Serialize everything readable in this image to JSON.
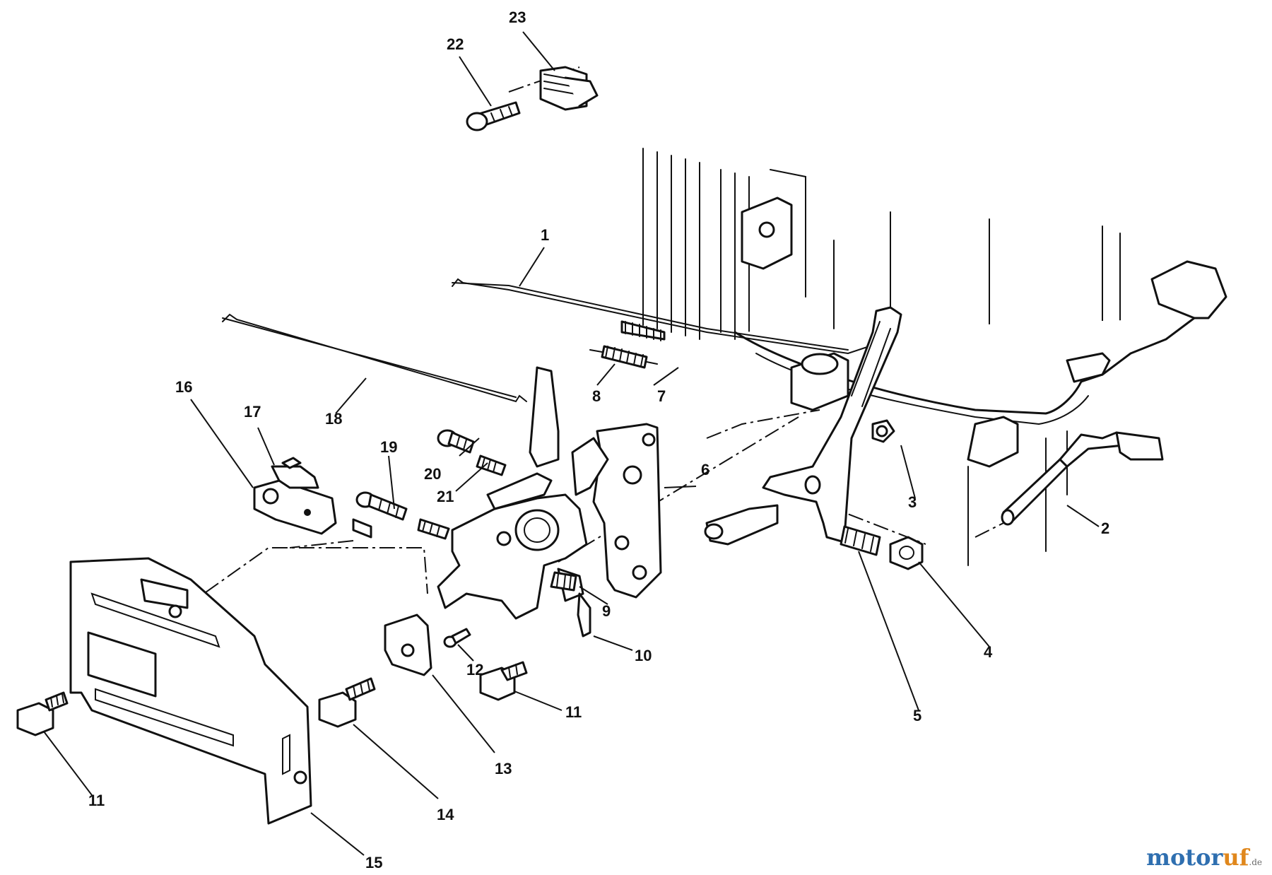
{
  "callouts": [
    "1",
    "2",
    "3",
    "4",
    "5",
    "6",
    "7",
    "8",
    "9",
    "10",
    "11",
    "11",
    "12",
    "13",
    "14",
    "15",
    "16",
    "17",
    "18",
    "19",
    "20",
    "21",
    "22",
    "23"
  ],
  "watermark": {
    "brand": "motor",
    "accent": "uf",
    "suffix": ".de"
  },
  "colors": {
    "line": "#111111",
    "background": "#ffffff",
    "watermark_blue": "#2f6fb0",
    "watermark_orange": "#e0871c"
  }
}
